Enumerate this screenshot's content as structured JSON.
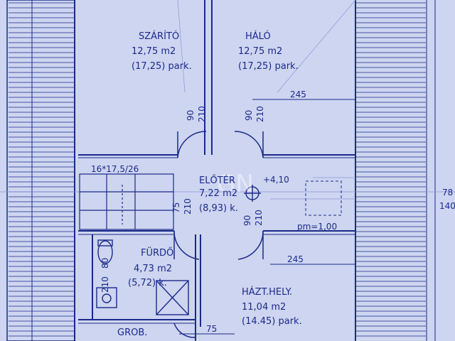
{
  "rooms": {
    "szarito": {
      "name": "SZÁRÍTÓ",
      "area": "12,75 m2",
      "park": "(17,25) park."
    },
    "halo": {
      "name": "HÁLÓ",
      "area": "12,75 m2",
      "park": "(17,25) park."
    },
    "eloter": {
      "name": "ELŐTÉR",
      "area": "7,22 m2",
      "park": "(8,93) k."
    },
    "furdo": {
      "name": "FÜRDŐ",
      "area": "4,73 m2",
      "park": "(5,72) k."
    },
    "haztartasi": {
      "name": "HÁZT.HELY.",
      "area": "11,04 m2",
      "park": "(14.45) park."
    },
    "grob": {
      "name": "GROB."
    }
  },
  "labels": {
    "stairs": "16*17,5/26",
    "level": "+4,10",
    "pm": "pm=1,00",
    "dim_top": "245",
    "dim_bottom": "245",
    "dim_door_a": "90",
    "dim_door_b": "210",
    "dim_door_c": "90",
    "dim_door_d": "210",
    "dim_door_e": "75",
    "dim_door_f": "210",
    "dim_door_g": "90",
    "dim_door_h": "210",
    "dim_bath": "80",
    "dim_bath_b": "210",
    "dim_grob": "75",
    "right_1": "78",
    "right_2": "140",
    "watermark": "GN"
  },
  "colors": {
    "paper": "#cdd5f0",
    "ink": "#1c2a8a",
    "grid": "#8a98d6"
  }
}
